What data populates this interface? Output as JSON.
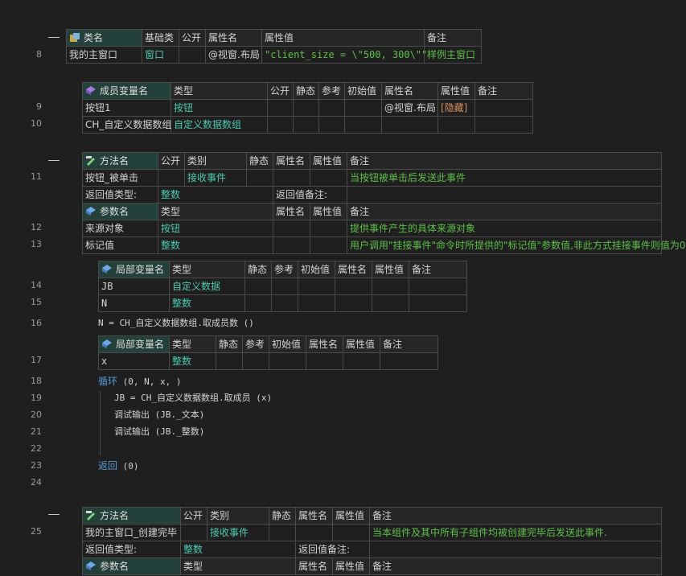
{
  "line_numbers": [
    "8",
    "9",
    "10",
    "11",
    "12",
    "13",
    "14",
    "15",
    "16",
    "17",
    "18",
    "19",
    "20",
    "21",
    "22",
    "23",
    "24",
    "25"
  ],
  "program": {
    "headers": [
      "类名",
      "基础类",
      "公开",
      "属性名",
      "属性值",
      "备注"
    ],
    "row": [
      "我的主窗口",
      "窗口",
      "",
      "@视窗.布局",
      "\"client_size = \\\"500, 300\\\"\"",
      "样例主窗口"
    ]
  },
  "members": {
    "headers": [
      "成员变量名",
      "类型",
      "公开",
      "静态",
      "参考",
      "初始值",
      "属性名",
      "属性值",
      "备注"
    ],
    "rows": [
      [
        "按钮1",
        "按钮",
        "",
        "",
        "",
        "",
        "@视窗.布局",
        "[隐藏]",
        ""
      ],
      [
        "CH_自定义数据数组",
        "自定义数据数组",
        "",
        "",
        "",
        "",
        "",
        "",
        ""
      ]
    ]
  },
  "method1": {
    "headers": [
      "方法名",
      "公开",
      "类别",
      "静态",
      "属性名",
      "属性值",
      "备注"
    ],
    "row": [
      "按钮_被单击",
      "",
      "接收事件",
      "",
      "",
      "",
      "当按钮被单击后发送此事件"
    ],
    "ret_type_label": "返回值类型:",
    "ret_type": "整数",
    "ret_note_label": "返回值备注:",
    "param_headers": [
      "参数名",
      "类型",
      "属性名",
      "属性值",
      "备注"
    ],
    "params": [
      [
        "来源对象",
        "按钮",
        "",
        "",
        "提供事件产生的具体来源对象"
      ],
      [
        "标记值",
        "整数",
        "",
        "",
        "用户调用\"挂接事件\"命令时所提供的\"标记值\"参数值,非此方式挂接事件则值为0"
      ]
    ]
  },
  "locals1": {
    "headers": [
      "局部变量名",
      "类型",
      "静态",
      "参考",
      "初始值",
      "属性名",
      "属性值",
      "备注"
    ],
    "rows": [
      [
        "JB",
        "自定义数据",
        "",
        "",
        "",
        "",
        "",
        ""
      ],
      [
        "N",
        "整数",
        "",
        "",
        "",
        "",
        "",
        ""
      ]
    ]
  },
  "locals2": {
    "headers": [
      "局部变量名",
      "类型",
      "静态",
      "参考",
      "初始值",
      "属性名",
      "属性值",
      "备注"
    ],
    "rows": [
      [
        "x",
        "整数",
        "",
        "",
        "",
        "",
        "",
        ""
      ]
    ]
  },
  "code": {
    "line16": "N = CH_自定义数据数组.取成员数 ()",
    "line18_kw": "循环",
    "line18_args": " (0, N, x, )",
    "line19": "JB = CH_自定义数据数组.取成员 (x)",
    "line20": "调试输出 (JB._文本)",
    "line21": "调试输出 (JB._整数)",
    "line23_kw": "返回",
    "line23_args": " (0)"
  },
  "method2": {
    "headers": [
      "方法名",
      "公开",
      "类别",
      "静态",
      "属性名",
      "属性值",
      "备注"
    ],
    "row": [
      "我的主窗口_创建完毕",
      "",
      "接收事件",
      "",
      "",
      "",
      "当本组件及其中所有子组件均被创建完毕后发送此事件."
    ],
    "ret_type_label": "返回值类型:",
    "ret_type": "整数",
    "ret_note_label": "返回值备注:",
    "param_headers": [
      "参数名",
      "类型",
      "属性名",
      "属性值",
      "备注"
    ]
  },
  "colors": {
    "background": "#1f1f1f",
    "header_highlight": "#24403a",
    "type_cyan": "#4ec9b0",
    "comment_green": "#5fbf4a",
    "keyword_blue": "#569cd6",
    "hidden_orange": "#d7905c"
  }
}
